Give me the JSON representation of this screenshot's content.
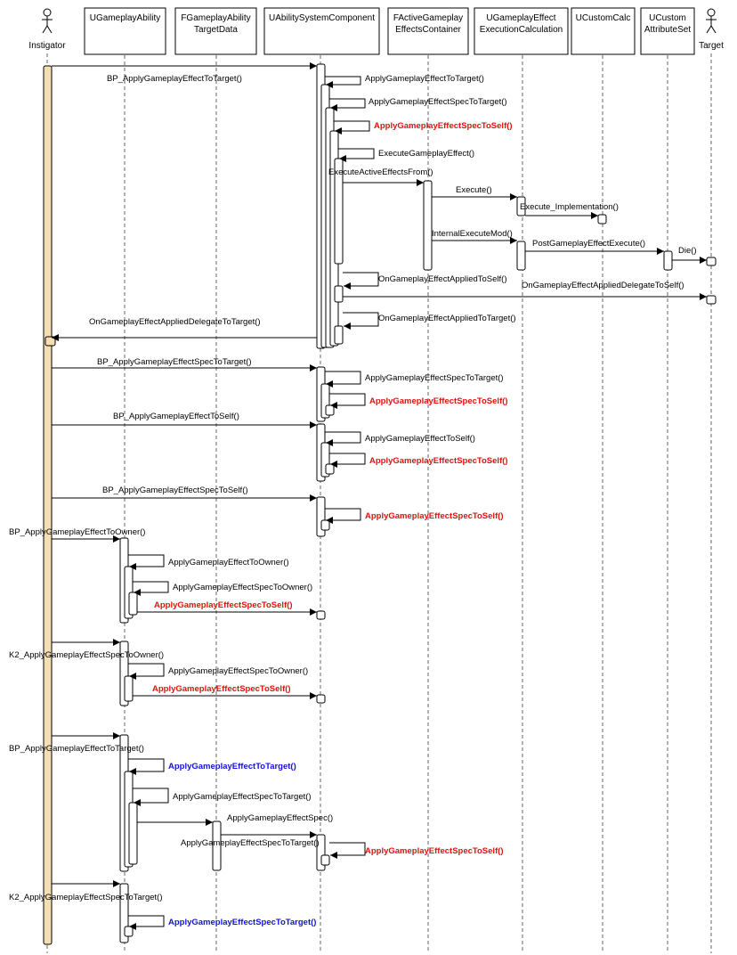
{
  "lifelines": [
    {
      "id": "instigator",
      "label": [
        "Instigator"
      ],
      "kind": "actor"
    },
    {
      "id": "ability",
      "label": [
        "UGameplayAbility"
      ],
      "kind": "box"
    },
    {
      "id": "targetdata",
      "label": [
        "FGameplayAbility",
        "TargetData"
      ],
      "kind": "box"
    },
    {
      "id": "asc",
      "label": [
        "UAbilitySystemComponent"
      ],
      "kind": "box"
    },
    {
      "id": "container",
      "label": [
        "FActiveGameplay",
        "EffectsContainer"
      ],
      "kind": "box"
    },
    {
      "id": "execcalc",
      "label": [
        "UGameplayEffect",
        "ExecutionCalculation"
      ],
      "kind": "box"
    },
    {
      "id": "customcalc",
      "label": [
        "UCustomCalc"
      ],
      "kind": "box"
    },
    {
      "id": "attrset",
      "label": [
        "UCustom",
        "AttributeSet"
      ],
      "kind": "box"
    },
    {
      "id": "target",
      "label": [
        "Target"
      ],
      "kind": "actor"
    }
  ],
  "messages": [
    {
      "text": "BP_ApplyGameplayEffectToTarget()",
      "style": "normal"
    },
    {
      "text": "ApplyGameplayEffectToTarget()",
      "style": "normal"
    },
    {
      "text": "ApplyGameplayEffectSpecToTarget()",
      "style": "normal"
    },
    {
      "text": "ApplyGameplayEffectSpecToSelf()",
      "style": "red"
    },
    {
      "text": "ExecuteGameplayEffect()",
      "style": "normal"
    },
    {
      "text": "ExecuteActiveEffectsFrom()",
      "style": "normal"
    },
    {
      "text": "Execute()",
      "style": "normal"
    },
    {
      "text": "Execute_Implementation()",
      "style": "normal"
    },
    {
      "text": "InternalExecuteMod()",
      "style": "normal"
    },
    {
      "text": "PostGameplayEffectExecute()",
      "style": "normal"
    },
    {
      "text": "Die()",
      "style": "normal"
    },
    {
      "text": "OnGameplayEffectAppliedToSelf()",
      "style": "normal"
    },
    {
      "text": "OnGameplayEffectAppliedDelegateToSelf()",
      "style": "normal"
    },
    {
      "text": "OnGameplayEffectAppliedToTarget()",
      "style": "normal"
    },
    {
      "text": "OnGameplayEffectAppliedDelegateToTarget()",
      "style": "normal"
    },
    {
      "text": "BP_ApplyGameplayEffectSpecToTarget()",
      "style": "normal"
    },
    {
      "text": "ApplyGameplayEffectSpecToTarget()",
      "style": "normal"
    },
    {
      "text": "ApplyGameplayEffectSpecToSelf()",
      "style": "red"
    },
    {
      "text": "BP_ApplyGameplayEffectToSelf()",
      "style": "normal"
    },
    {
      "text": "ApplyGameplayEffectToSelf()",
      "style": "normal"
    },
    {
      "text": "ApplyGameplayEffectSpecToSelf()",
      "style": "red"
    },
    {
      "text": "BP_ApplyGameplayEffectSpecToSelf()",
      "style": "normal"
    },
    {
      "text": "ApplyGameplayEffectSpecToSelf()",
      "style": "red"
    },
    {
      "text": "BP_ApplyGameplayEffectToOwner()",
      "style": "normal"
    },
    {
      "text": "ApplyGameplayEffectToOwner()",
      "style": "normal"
    },
    {
      "text": "ApplyGameplayEffectSpecToOwner()",
      "style": "normal"
    },
    {
      "text": "ApplyGameplayEffectSpecToSelf()",
      "style": "red"
    },
    {
      "text": "K2_ApplyGameplayEffectSpecToOwner()",
      "style": "normal"
    },
    {
      "text": "ApplyGameplayEffectSpecToOwner()",
      "style": "normal"
    },
    {
      "text": "ApplyGameplayEffectSpecToSelf()",
      "style": "red"
    },
    {
      "text": "BP_ApplyGameplayEffectToTarget()",
      "style": "normal"
    },
    {
      "text": "ApplyGameplayEffectToTarget()",
      "style": "blue"
    },
    {
      "text": "ApplyGameplayEffectSpecToTarget()",
      "style": "normal"
    },
    {
      "text": "ApplyGameplayEffectSpec()",
      "style": "normal"
    },
    {
      "text": "ApplyGameplayEffectSpecToTarget()",
      "style": "normal"
    },
    {
      "text": "ApplyGameplayEffectSpecToSelf()",
      "style": "red"
    },
    {
      "text": "K2_ApplyGameplayEffectSpecToTarget()",
      "style": "normal"
    },
    {
      "text": "ApplyGameplayEffectSpecToTarget()",
      "style": "blue"
    }
  ],
  "colors": {
    "instigator_activation": "#f5deb3",
    "highlight_red": "#e0120c",
    "highlight_blue": "#1212d8"
  }
}
